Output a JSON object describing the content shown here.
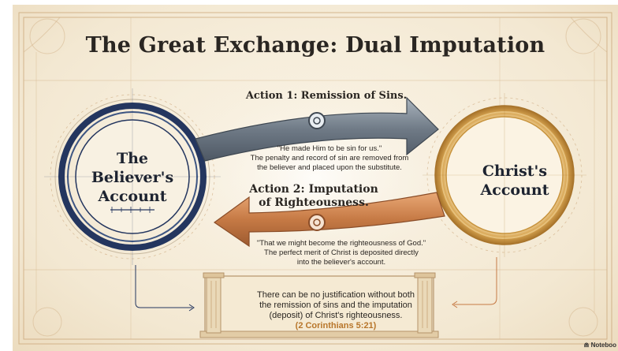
{
  "title": "The Great Exchange: Dual Imputation",
  "left_account": {
    "line1": "The",
    "line2": "Believer's",
    "line3": "Account"
  },
  "right_account": {
    "line1": "Christ's",
    "line2": "Account"
  },
  "action1": {
    "label": "Action 1: Remission of Sins.",
    "quote": "\"He made Him to be sin for us.\"",
    "line1": "The penalty and record of sin are removed from",
    "line2": "the believer and placed upon the substitute."
  },
  "action2": {
    "label1": "Action 2: Imputation",
    "label2": "of Righteousness.",
    "quote": "\"That we might become the righteousness of God.\"",
    "line1": "The perfect merit of Christ is deposited directly",
    "line2": "into the believer's account."
  },
  "footer": {
    "line1": "There can be no justification without both",
    "line2": "the remission of sins and the imputation",
    "line3": "(deposit) of Christ's righteousness.",
    "reference": "(2 Corinthians 5:21)"
  },
  "brand": "Noteboo",
  "colors": {
    "navy": "#24365f",
    "gold": "#c8943e",
    "steel": "#7b8793",
    "copper": "#c67a45",
    "parchment": "#f3e8d2"
  }
}
